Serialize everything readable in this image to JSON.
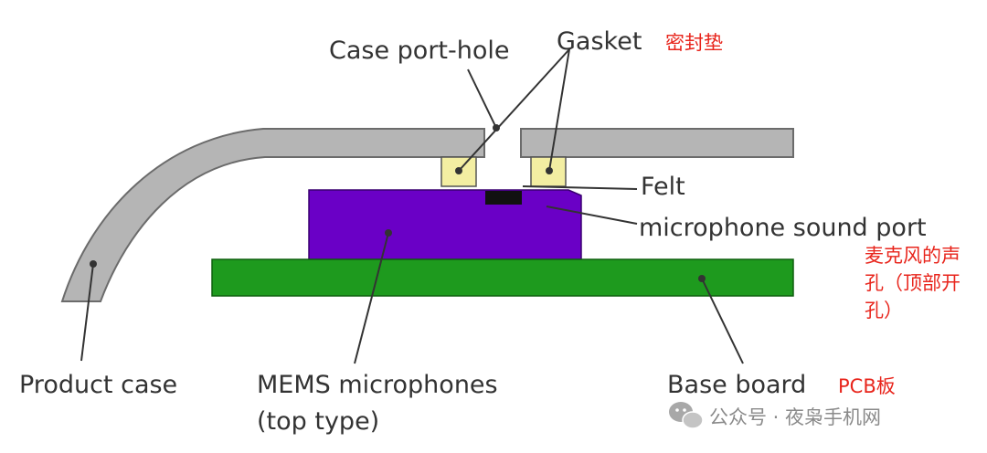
{
  "labels": {
    "case_port_hole": "Case port-hole",
    "gasket": "Gasket",
    "felt": "Felt",
    "microphone_sound_port": "microphone sound port",
    "product_case": "Product case",
    "mems_line1": "MEMS microphones",
    "mems_line2": "(top type)",
    "base_board": "Base board"
  },
  "annotations_cn": {
    "gasket": "密封垫",
    "sound_port_line1": "麦克风的声",
    "sound_port_line2": "孔（顶部开",
    "sound_port_line3": "孔）",
    "base_board": "PCB板"
  },
  "watermark": {
    "text": "公众号 · 夜枭手机网",
    "icon": "wechat-icon"
  },
  "colors": {
    "case": "#b5b5b5",
    "case_stroke": "#6b6b6b",
    "mems": "#6a00c6",
    "pcb": "#1e9a1e",
    "gasket": "#f3eea2",
    "felt": "#111111",
    "label_text": "#333333",
    "annotation_cn": "#e8251c",
    "watermark": "#8a8a8a"
  }
}
